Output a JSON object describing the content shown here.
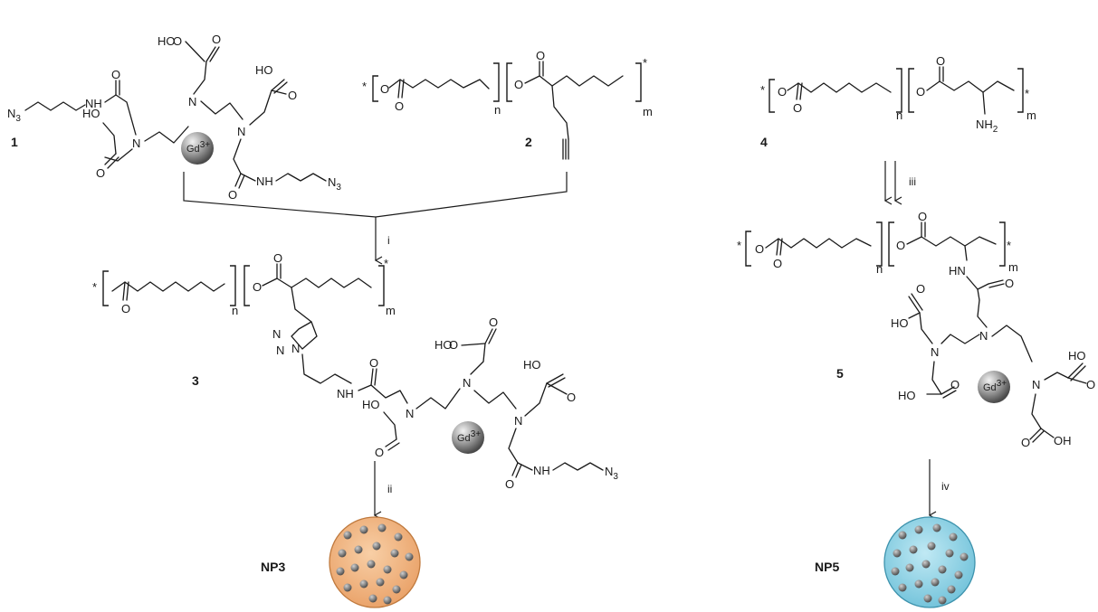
{
  "compounds": {
    "c1": "1",
    "c2": "2",
    "c3": "3",
    "c4": "4",
    "c5": "5",
    "np3": "NP3",
    "np5": "NP5"
  },
  "steps": {
    "i": "i",
    "ii": "ii",
    "iii": "iii",
    "iv": "iv"
  },
  "atoms": {
    "N3": "N",
    "N3_sub": "3",
    "NH": "NH",
    "HO": "HO",
    "HOOC": "HO",
    "OH": "OH",
    "O": "O",
    "N": "N",
    "HN": "HN",
    "NH2": "NH",
    "NH2_sub": "2",
    "star": "*",
    "n": "n",
    "m": "m",
    "Gd": "Gd",
    "Gd_sup": "3+"
  },
  "colors": {
    "np3_fill": "#f3b27c",
    "np5_fill": "#8fd3e6",
    "gd_dark": "#555555",
    "gd_light": "#d9d9d9"
  }
}
